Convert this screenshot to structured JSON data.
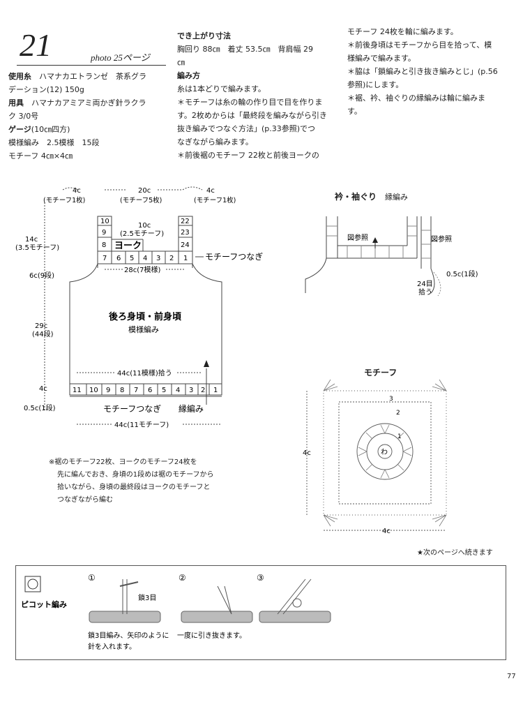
{
  "header": {
    "number": "21",
    "photo": "photo 25ページ"
  },
  "col1": {
    "yarn_label": "使用糸",
    "yarn_1": "ハマナカエトランゼ　茶系グラ",
    "yarn_2": "デーション(12) 150g",
    "tool_label": "用具",
    "tool_1": "ハマナカアミアミ両かぎ針ラクラ",
    "tool_2": "ク 3/0号",
    "gauge_label": "ゲージ",
    "gauge_unit": "(10㎝四方)",
    "gauge_1": "模様編み　2.5模様　15段",
    "gauge_2": "モチーフ 4㎝×4㎝"
  },
  "col2": {
    "size_label": "でき上がり寸法",
    "size_1": "胸回り 88㎝　着丈 53.5㎝　背肩幅 29",
    "size_2": "㎝",
    "method_label": "編み方",
    "m1": "糸は1本どりで編みます。",
    "m2": "＊モチーフは糸の輪の作り目で目を作りま",
    "m3": "す。2枚めからは「最終段を編みながら引き",
    "m4": "抜き編みでつなぐ方法」(p.33参照)でつ",
    "m5": "なぎながら編みます。",
    "m6": "＊前後裾のモチーフ 22枚と前後ヨークの"
  },
  "col3": {
    "l1": "モチーフ 24枚を輪に編みます。",
    "l2": "＊前後身頃はモチーフから目を拾って、模",
    "l3": "様編みで編みます。",
    "l4": "＊脇は「鎖編みと引き抜き編みとじ」(p.56",
    "l5": "参照)にします。",
    "l6": "＊裾、衿、袖ぐりの縁編みは輪に編みま",
    "l7": "す。"
  },
  "body_diagram": {
    "top_4c_l": "4c",
    "top_20c": "20c",
    "top_4c_r": "4c",
    "top_m1_l": "(モチーフ1枚)",
    "top_m5": "(モチーフ5枚)",
    "top_m1_r": "(モチーフ1枚)",
    "left_14c": "14c",
    "left_35m": "(3.5モチーフ)",
    "left_6c": "6c(9段)",
    "left_29c": "29c",
    "left_44dan": "(44段)",
    "left_4c": "4c",
    "left_05c": "0.5c(1段)",
    "inner_10c": "10c",
    "inner_25m": "(2.5モチーフ)",
    "yoke": "ヨーク",
    "width_28c": "28c(7模様)",
    "motif_join": "モチーフつなぎ",
    "title": "後ろ身頃・前身頃",
    "subtitle": "模様編み",
    "pick_44c": "44c(11模様)拾う",
    "hem_join": "モチーフつなぎ",
    "edge": "縁編み",
    "bottom_44c": "44c(11モチーフ)",
    "strap_left": [
      "10",
      "9",
      "8"
    ],
    "strap_right": [
      "22",
      "23",
      "24"
    ],
    "yoke_row": [
      "7",
      "6",
      "5",
      "4",
      "3",
      "2",
      "1"
    ],
    "hem_row": [
      "11",
      "10",
      "9",
      "8",
      "7",
      "6",
      "5",
      "4",
      "3",
      "2",
      "1"
    ]
  },
  "note": {
    "n1": "※裾のモチーフ22枚、ヨークのモチーフ24枚を",
    "n2": "先に編んでおき、身頃の1段めは裾のモチーフから",
    "n3": "拾いながら、身頃の最終段はヨークのモチーフと",
    "n4": "つなぎながら編む"
  },
  "neck": {
    "title": "衿・袖ぐり",
    "sub": "縁編み",
    "ref1": "図参照",
    "ref2": "図参照",
    "dim": "0.5c(1段)",
    "pick24": "24目",
    "pick": "拾う"
  },
  "motif": {
    "title": "モチーフ",
    "side": "4c",
    "bottom": "4c",
    "n3": "3",
    "n2": "2",
    "n1": "1",
    "center": "わ"
  },
  "continued": "★次のページへ続きます",
  "picot": {
    "label": "ピコット編み",
    "s1": "①",
    "s2": "②",
    "s3": "③",
    "ch3": "鎖3目",
    "cap1a": "鎖3目編み、矢印のように",
    "cap1b": "針を入れます。",
    "cap2": "一度に引き抜きます。"
  },
  "page_number": "77"
}
